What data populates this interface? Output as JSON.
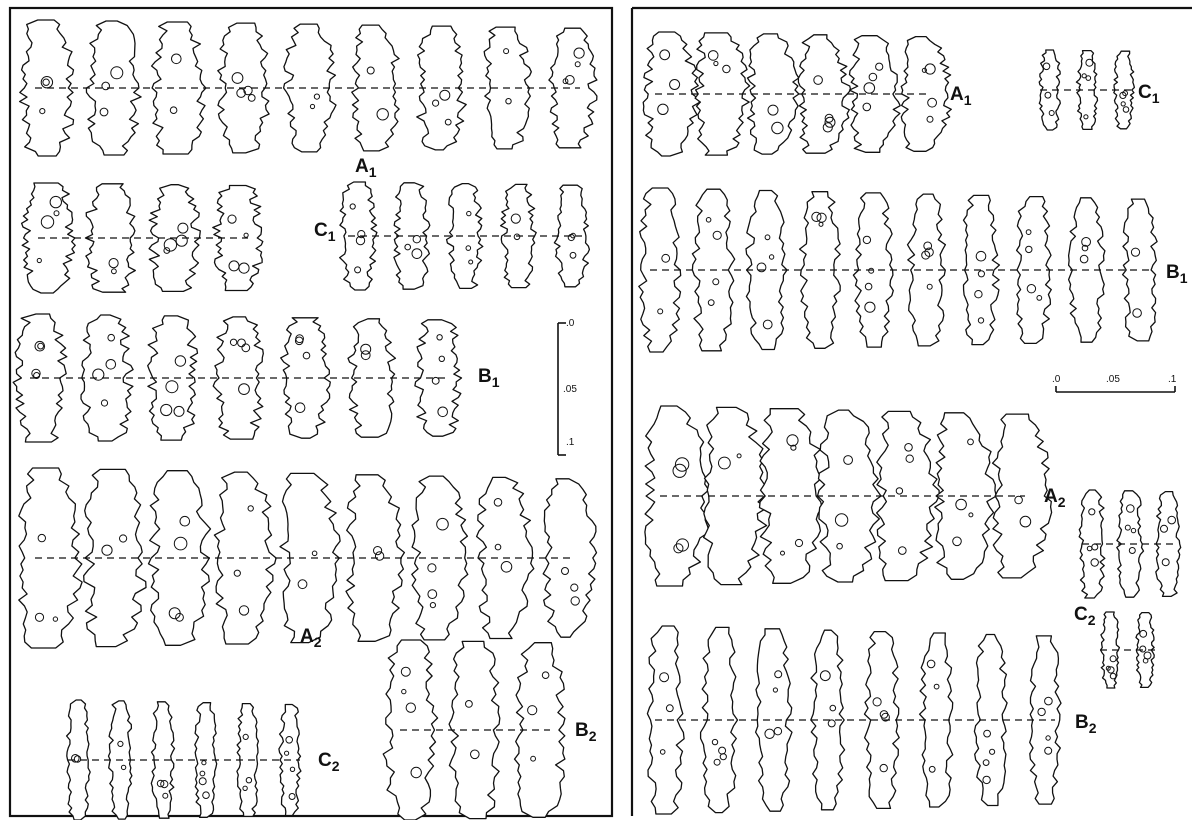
{
  "figure": {
    "panels": [
      {
        "id": "left",
        "groups": [
          {
            "letter": "A",
            "sub": "1",
            "count": 9
          },
          {
            "letter": "C",
            "sub": "1",
            "count": 5
          },
          {
            "letter": "B",
            "sub": "1",
            "count": 7
          },
          {
            "letter": "A",
            "sub": "2",
            "count": 9
          },
          {
            "letter": "B",
            "sub": "2",
            "count": 3
          },
          {
            "letter": "C",
            "sub": "2",
            "count": 6
          }
        ],
        "unlabeled_rows": [
          {
            "count": 4
          }
        ],
        "scale_bar": {
          "orientation": "vertical",
          "ticks": [
            ".0",
            ".05",
            ".1"
          ]
        }
      },
      {
        "id": "right",
        "groups": [
          {
            "letter": "A",
            "sub": "1",
            "count": 6
          },
          {
            "letter": "C",
            "sub": "1",
            "count": 3
          },
          {
            "letter": "B",
            "sub": "1",
            "count": 10
          },
          {
            "letter": "A",
            "sub": "2",
            "count": 7
          },
          {
            "letter": "C",
            "sub": "2",
            "count": 5
          },
          {
            "letter": "B",
            "sub": "2",
            "count": 8
          }
        ],
        "scale_bar": {
          "orientation": "horizontal",
          "ticks": [
            ".0",
            ".05",
            ".1"
          ]
        }
      }
    ]
  }
}
